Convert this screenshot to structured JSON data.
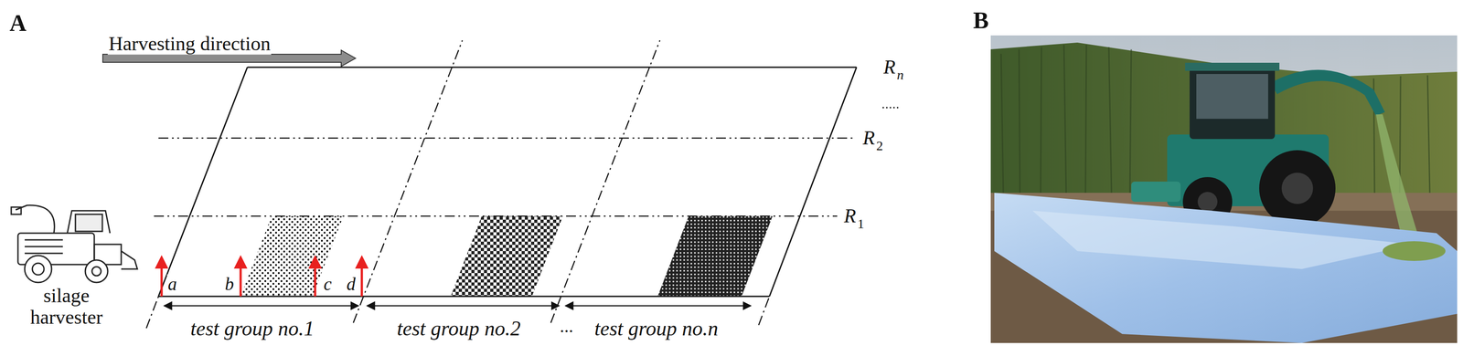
{
  "diagram": {
    "labels": [
      "A",
      "Harvesting direction",
      "R",
      "n",
      "R",
      "2",
      "R",
      "1",
      "a",
      "b",
      "c",
      "d",
      "silage harvester",
      "test group no.1",
      "test group no.2",
      "...",
      "test group no.n",
      "B"
    ]
  }
}
